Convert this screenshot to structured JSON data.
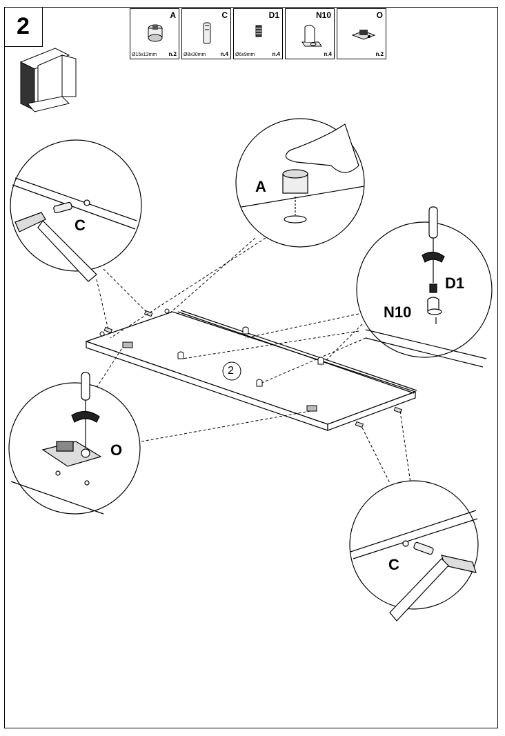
{
  "step": {
    "number": "2"
  },
  "parts": [
    {
      "code": "A",
      "dimension": "Ø15x13mm",
      "quantity": "n.2",
      "icon": "cam-lock-icon"
    },
    {
      "code": "C",
      "dimension": "Ø8x30mm",
      "quantity": "n.4",
      "icon": "wooden-dowel-icon"
    },
    {
      "code": "D1",
      "dimension": "Ø6x9mm",
      "quantity": "n.4",
      "icon": "screw-icon"
    },
    {
      "code": "N10",
      "dimension": "",
      "quantity": "n.4",
      "icon": "shelf-support-icon"
    },
    {
      "code": "O",
      "dimension": "",
      "quantity": "n.2",
      "icon": "hinge-plate-icon"
    }
  ],
  "labels": {
    "dowel_top": "C",
    "cam": "A",
    "screw": "D1",
    "support": "N10",
    "hinge": "O",
    "dowel_bottom": "C",
    "panel": "2"
  }
}
